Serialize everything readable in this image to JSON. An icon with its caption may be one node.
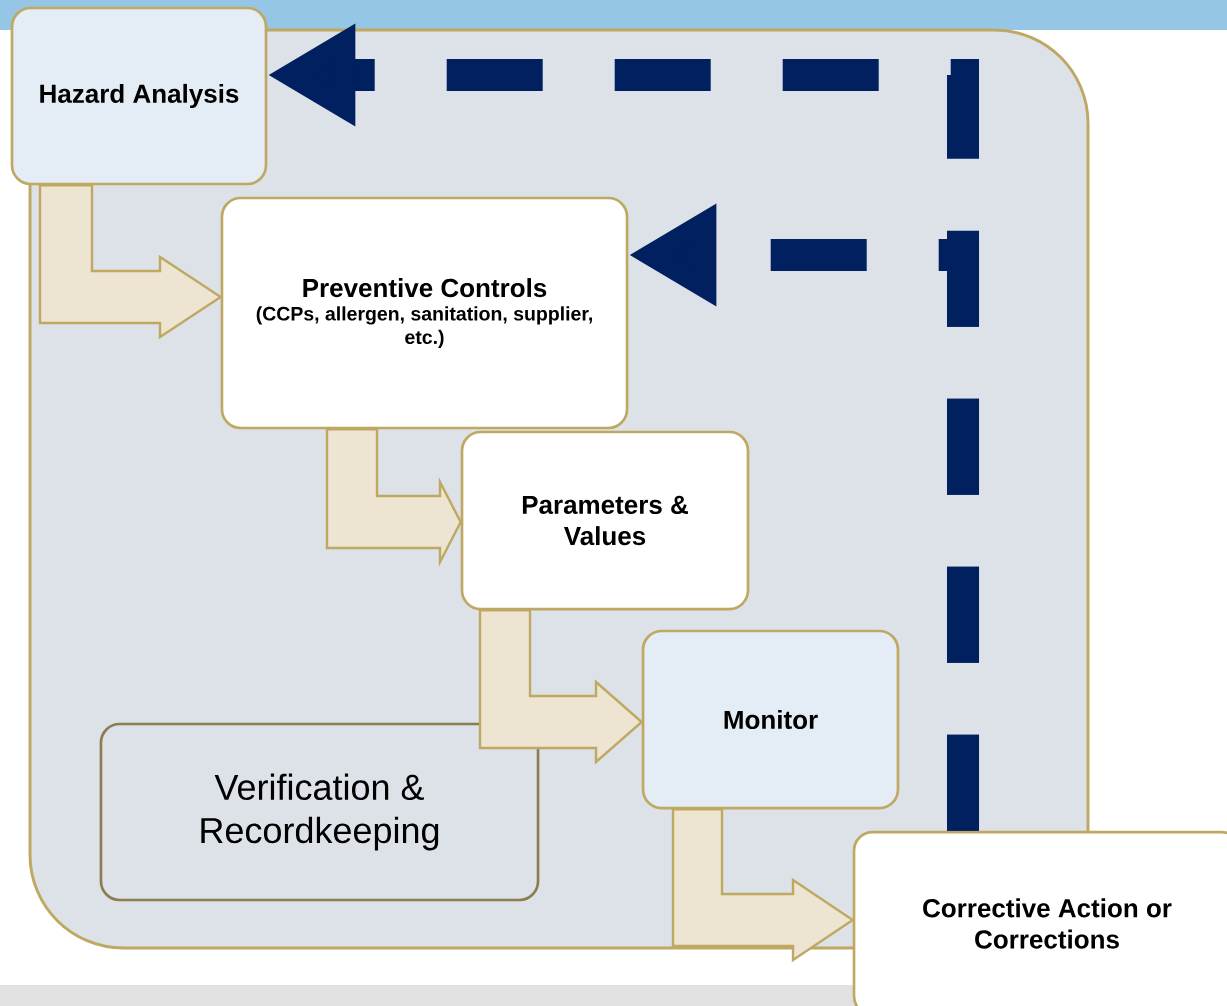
{
  "diagram": {
    "nodes": [
      {
        "text": [
          "Hazard Analysis"
        ]
      },
      {
        "text": [
          "Preventive Controls",
          "(CCPs, allergen, sanitation, supplier, etc.)"
        ]
      },
      {
        "text": [
          "Parameters & Values"
        ]
      },
      {
        "text": [
          "Monitor"
        ]
      },
      {
        "text": [
          "Corrective Action or Corrections"
        ]
      },
      {
        "text": [
          "Verification & Recordkeeping"
        ]
      }
    ],
    "edges": [
      {
        "from": 0,
        "to": 1,
        "arrow": "to"
      },
      {
        "from": 1,
        "to": 2,
        "arrow": "to"
      },
      {
        "from": 2,
        "to": 3,
        "arrow": "to"
      },
      {
        "from": 3,
        "to": 4,
        "arrow": "to"
      },
      {
        "from": 4,
        "to": 0,
        "arrow": "to",
        "style": "dashed",
        "color": "#002060"
      },
      {
        "from": 4,
        "to": 1,
        "arrow": "to",
        "style": "dashed",
        "color": "#002060"
      }
    ]
  }
}
